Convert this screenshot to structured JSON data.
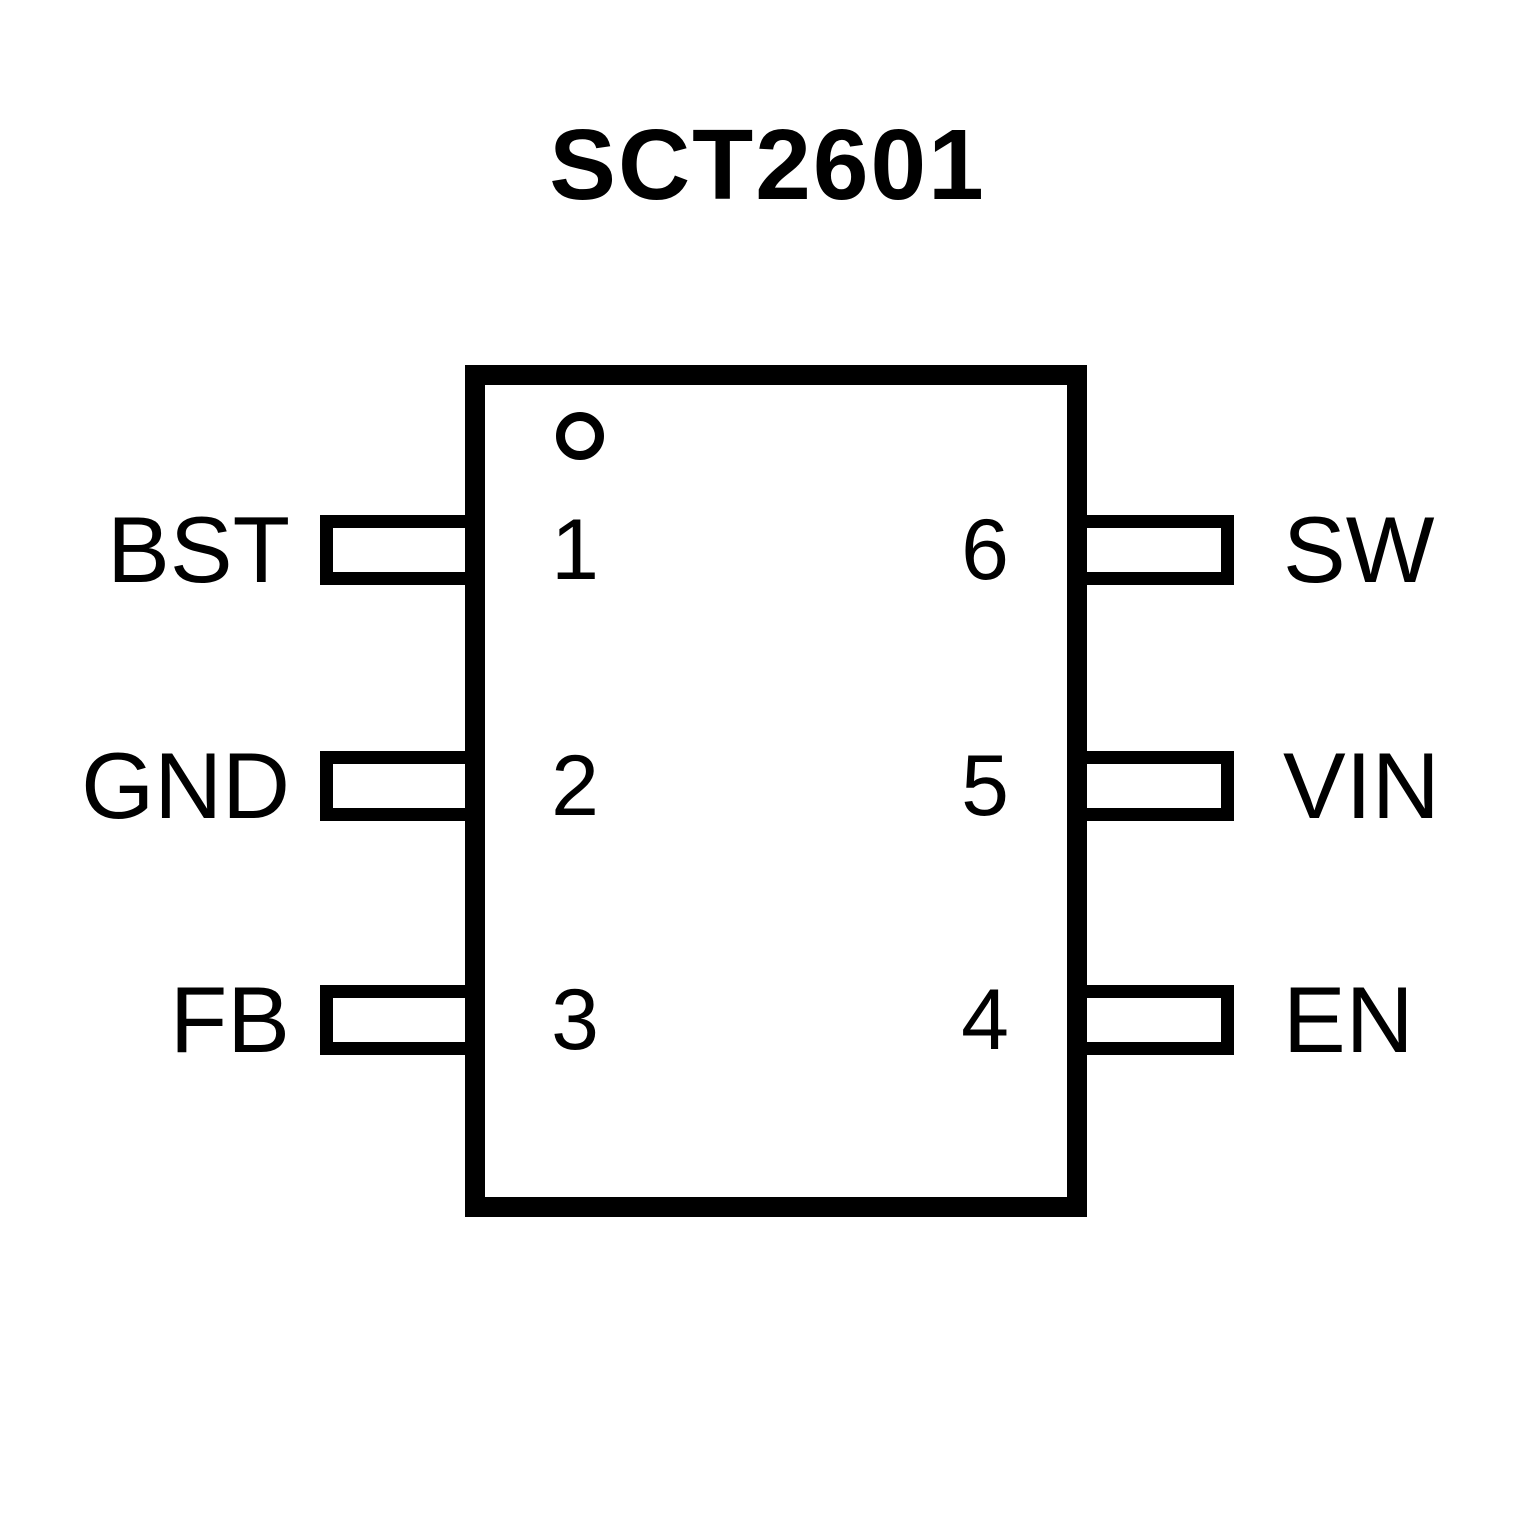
{
  "title": "SCT2601",
  "colors": {
    "line": "#000000",
    "background": "#ffffff"
  },
  "chip": {
    "package_pin_count": 6,
    "pin1_marker": "circle-indicator",
    "pins": {
      "left": [
        {
          "number": "1",
          "label": "BST"
        },
        {
          "number": "2",
          "label": "GND"
        },
        {
          "number": "3",
          "label": "FB"
        }
      ],
      "right": [
        {
          "number": "6",
          "label": "SW"
        },
        {
          "number": "5",
          "label": "VIN"
        },
        {
          "number": "4",
          "label": "EN"
        }
      ]
    }
  }
}
